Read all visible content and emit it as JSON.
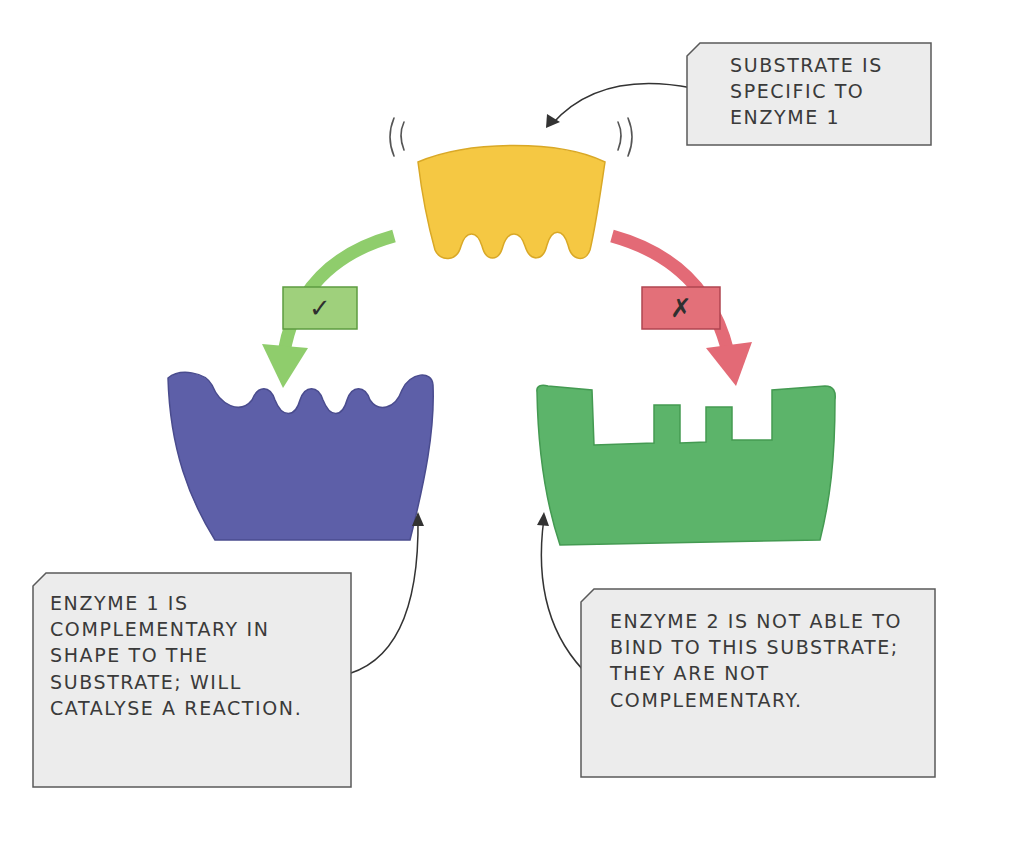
{
  "diagram": {
    "nodes": [
      {
        "text": [
          "SUBSTRATE IS SPECIFIC TO ENZYME 1"
        ]
      },
      {
        "text": [
          "✓"
        ]
      },
      {
        "text": [
          "✗"
        ]
      },
      {
        "text": [
          "ENZYME 1 IS COMPLEMENTARY IN SHAPE TO THE SUBSTRATE; WILL CATALYSE A REACTION."
        ]
      },
      {
        "text": [
          "ENZYME 2 IS NOT ABLE TO BIND TO THIS SUBSTRATE; THEY ARE NOT COMPLEMENTARY."
        ]
      }
    ]
  }
}
